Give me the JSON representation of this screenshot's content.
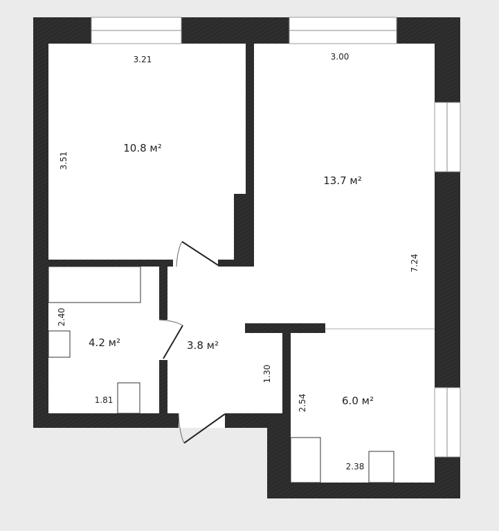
{
  "rooms": [
    {
      "area": "10.8 м²",
      "width": "3.21",
      "height": "3.51"
    },
    {
      "area": "13.7 м²",
      "width": "3.00",
      "height": "7.24"
    },
    {
      "area": "4.2 м²",
      "width": "1.81",
      "height": "2.40"
    },
    {
      "area": "3.8 м²",
      "height": "1.30"
    },
    {
      "area": "6.0 м²",
      "width": "2.38",
      "height": "2.54"
    }
  ],
  "colors": {
    "wall": "#2b2b2b",
    "floor": "#ffffff",
    "background": "#ebebeb"
  }
}
